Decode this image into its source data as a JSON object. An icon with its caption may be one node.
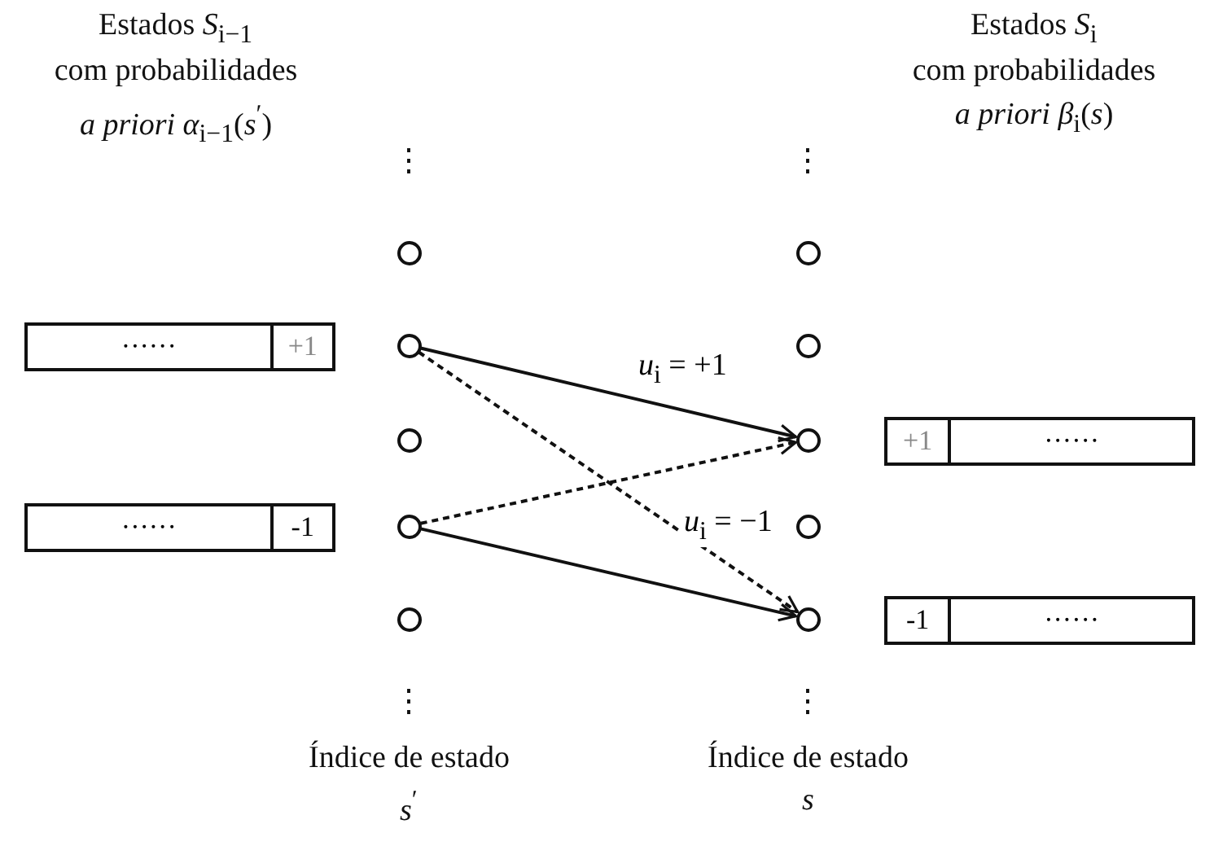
{
  "diagram": {
    "nodes": [
      {
        "text": [
          "······",
          "+1"
        ]
      },
      {
        "text": [
          "······",
          "-1"
        ]
      },
      {
        "text": [],
        "shape": "circle"
      },
      {
        "text": [],
        "shape": "circle"
      },
      {
        "text": [],
        "shape": "circle"
      },
      {
        "text": [],
        "shape": "circle"
      },
      {
        "text": [],
        "shape": "circle"
      },
      {
        "text": [],
        "shape": "circle"
      },
      {
        "text": [],
        "shape": "circle"
      },
      {
        "text": [],
        "shape": "circle"
      },
      {
        "text": [],
        "shape": "circle"
      },
      {
        "text": [],
        "shape": "circle"
      },
      {
        "text": [
          "+1",
          "······"
        ]
      },
      {
        "text": [
          "-1",
          "······"
        ]
      }
    ],
    "edges": [
      {
        "from": 3,
        "to": 9,
        "arrow": "to",
        "label": "*u*$_{i}$ = +1"
      },
      {
        "from": 3,
        "to": 11,
        "arrow": "to",
        "style": "dashed",
        "label": "*u*$_{i}$ = −1"
      },
      {
        "from": 5,
        "to": 9,
        "arrow": "to",
        "style": "dashed"
      },
      {
        "from": 5,
        "to": 11,
        "arrow": "to"
      }
    ],
    "labels": [
      "Estados *S*$_{i−1}$",
      "com probabilidades *a priori α*$_{i−1}$(*s*$^{′}$)",
      "Estados *S*$_{i}$",
      "com probabilidades *a priori β*$_{i}$(*s*)",
      "⋮",
      "⋮",
      "⋮",
      "⋮",
      "Índice de estado",
      "*s*$^{′}$",
      "Índice de estado",
      "*s*"
    ]
  }
}
